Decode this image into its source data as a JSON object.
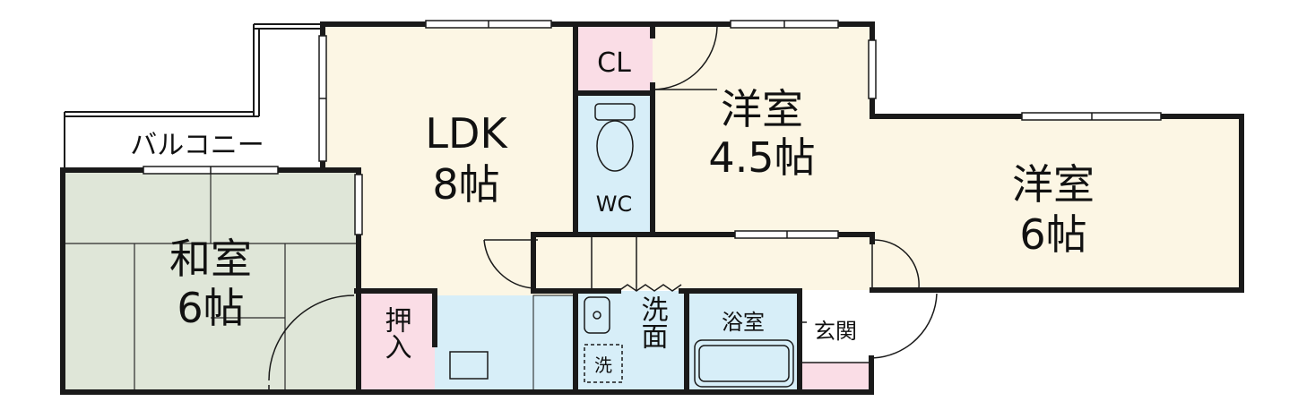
{
  "floor_plan": {
    "rooms": [
      {
        "id": "ldk",
        "name": "LDK",
        "size": "8帖"
      },
      {
        "id": "yoshitsu1",
        "name": "洋室",
        "size": "4.5帖"
      },
      {
        "id": "yoshitsu2",
        "name": "洋室",
        "size": "6帖"
      },
      {
        "id": "washitsu",
        "name": "和室",
        "size": "6帖"
      },
      {
        "id": "balcony",
        "name": "バルコニー"
      },
      {
        "id": "closet",
        "name": "CL"
      },
      {
        "id": "toilet",
        "name": "WC"
      },
      {
        "id": "oshiire",
        "name": "押入"
      },
      {
        "id": "senmen",
        "name": "洗面"
      },
      {
        "id": "bathroom",
        "name": "浴室"
      },
      {
        "id": "genkan",
        "name": "玄関"
      },
      {
        "id": "washer",
        "name": "洗"
      }
    ],
    "colors": {
      "wall": "#1a1a1a",
      "ldk": "#fcf6e4",
      "western": "#fcf6e4",
      "japanese": "#dfe6d8",
      "wet": "#d7eef8",
      "storage": "#fadde6",
      "balcony": "#ffffff"
    }
  }
}
